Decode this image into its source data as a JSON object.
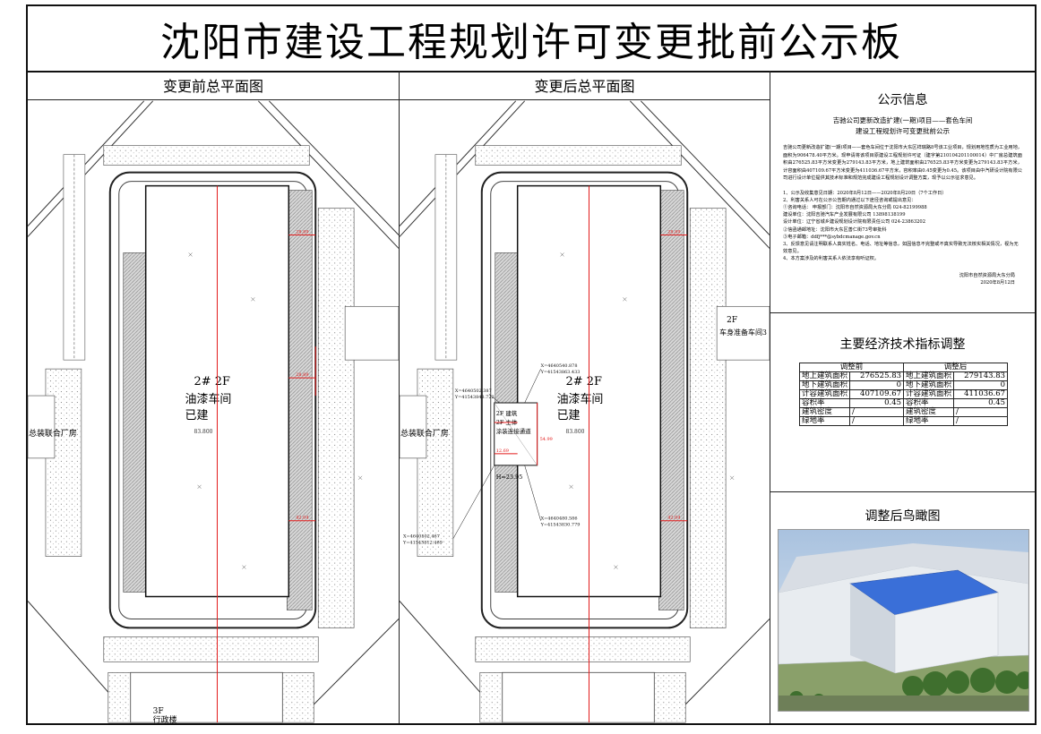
{
  "title": "沈阳市建设工程规划许可变更批前公示板",
  "plans": {
    "before": {
      "heading": "变更前总平面图",
      "building": "2# 2F",
      "building_name": "油漆车间",
      "building_status": "已建",
      "elevation": "83.800",
      "warehouse": "总装联合厂房",
      "office": "3F",
      "office_label": "行政楼"
    },
    "after": {
      "heading": "变更后总平面图",
      "building": "2# 2F",
      "building_name": "油漆车间",
      "building_status": "已建",
      "elevation": "83.800",
      "warehouse": "总装联合厂房",
      "east_building": "2F",
      "east_label": "车身准备车间3",
      "coord1": "X=4640540.878",
      "coord1b": "Y=41543863.433",
      "coord2": "X=4640480.586",
      "coord2b": "Y=41543830.779",
      "coord3": "X=4640502.387",
      "coord3b": "Y=41543848.722",
      "coord4": "X=4640502.467",
      "coord4b": "Y=41543812.469",
      "new_label1": "2F 建筑",
      "new_label2": "2F 主体",
      "new_label3": "涂装连接通道",
      "height": "H=23.95"
    }
  },
  "notice": {
    "title": "公示信息",
    "subtitle1": "吉驰公司更新改造扩建(一期)项目——套色车间",
    "subtitle2": "建设工程规划许可变更批前公示",
    "body": "吉驰公司更新改造扩建(一期)项目——套色车间位于沈阳市大东区祥瑞路8号该工业项目，规划用地性质为工业用地，面积为906478.40平方米。现申请将该项目原建设工程规划许可证（建字第210104201100014）中厂房总建筑面积由276525.83平方米变更为279143.83平方米，地上建筑面积由276525.83平方米变更为279143.83平方米，计容面积由407109.67平方米变更为411036.67平方米，容积率由0.45变更为0.45。该项目由中汽研设计院有限公司进行设计单位提供其技术标准和规范完成建设工程规划设计调整方案，现予以公示征求意见。",
    "items": [
      "1、公示及收集意见日期：2020年8月12日——2020年8月20日（7个工作日）",
      "2、利害关系人可在公示公告期内通过以下途径咨询或提出意见：",
      "①咨询电话：  申报部门：沈阳市自然资源局大东分局 024-82199988",
      "  建设单位：沈阳吉驰汽车产业发展有限公司 13898138199",
      "  设计单位：辽宁省城乡建设规划设计院有限责任公司 024-23863202",
      "②信函通邮地址：沈阳市大东区善仁街73号审批科",
      "③电子邮箱：ddfj***@sybdcmanage.gov.cn",
      "3、反馈意见请注明联系人真实姓名、电话、地址等信息，如因信息不完整或不真实导致无法核实相关情况，视为无效意见。",
      "4、本方案涉及的利害关系人依法享有听证权。"
    ],
    "sign1": "沈阳市自然资源局大东分局",
    "sign2": "2020年8月12日"
  },
  "econ": {
    "title": "主要经济技术指标调整",
    "head_before": "调整前",
    "head_after": "调整后",
    "rows": [
      {
        "l1": "地上建筑面积",
        "v1": "276525.83",
        "l2": "地上建筑面积",
        "v2": "279143.83"
      },
      {
        "l1": "地下建筑面积",
        "v1": "0",
        "l2": "地下建筑面积",
        "v2": "0"
      },
      {
        "l1": "计容建筑面积",
        "v1": "407109.67",
        "l2": "计容建筑面积",
        "v2": "411036.67"
      },
      {
        "l1": "容积率",
        "v1": "0.45",
        "l2": "容积率",
        "v2": "0.45"
      },
      {
        "l1": "建筑密度",
        "v1": "/",
        "l2": "建筑密度",
        "v2": "/"
      },
      {
        "l1": "绿地率",
        "v1": "/",
        "l2": "绿地率",
        "v2": "/"
      }
    ]
  },
  "aerial": {
    "title": "调整后鸟瞰图"
  },
  "colors": {
    "dimension_red": "#e31b1b",
    "roof_blue": "#3a6fd8",
    "sky": "#c8d8ea",
    "tree": "#3f6f2e"
  }
}
